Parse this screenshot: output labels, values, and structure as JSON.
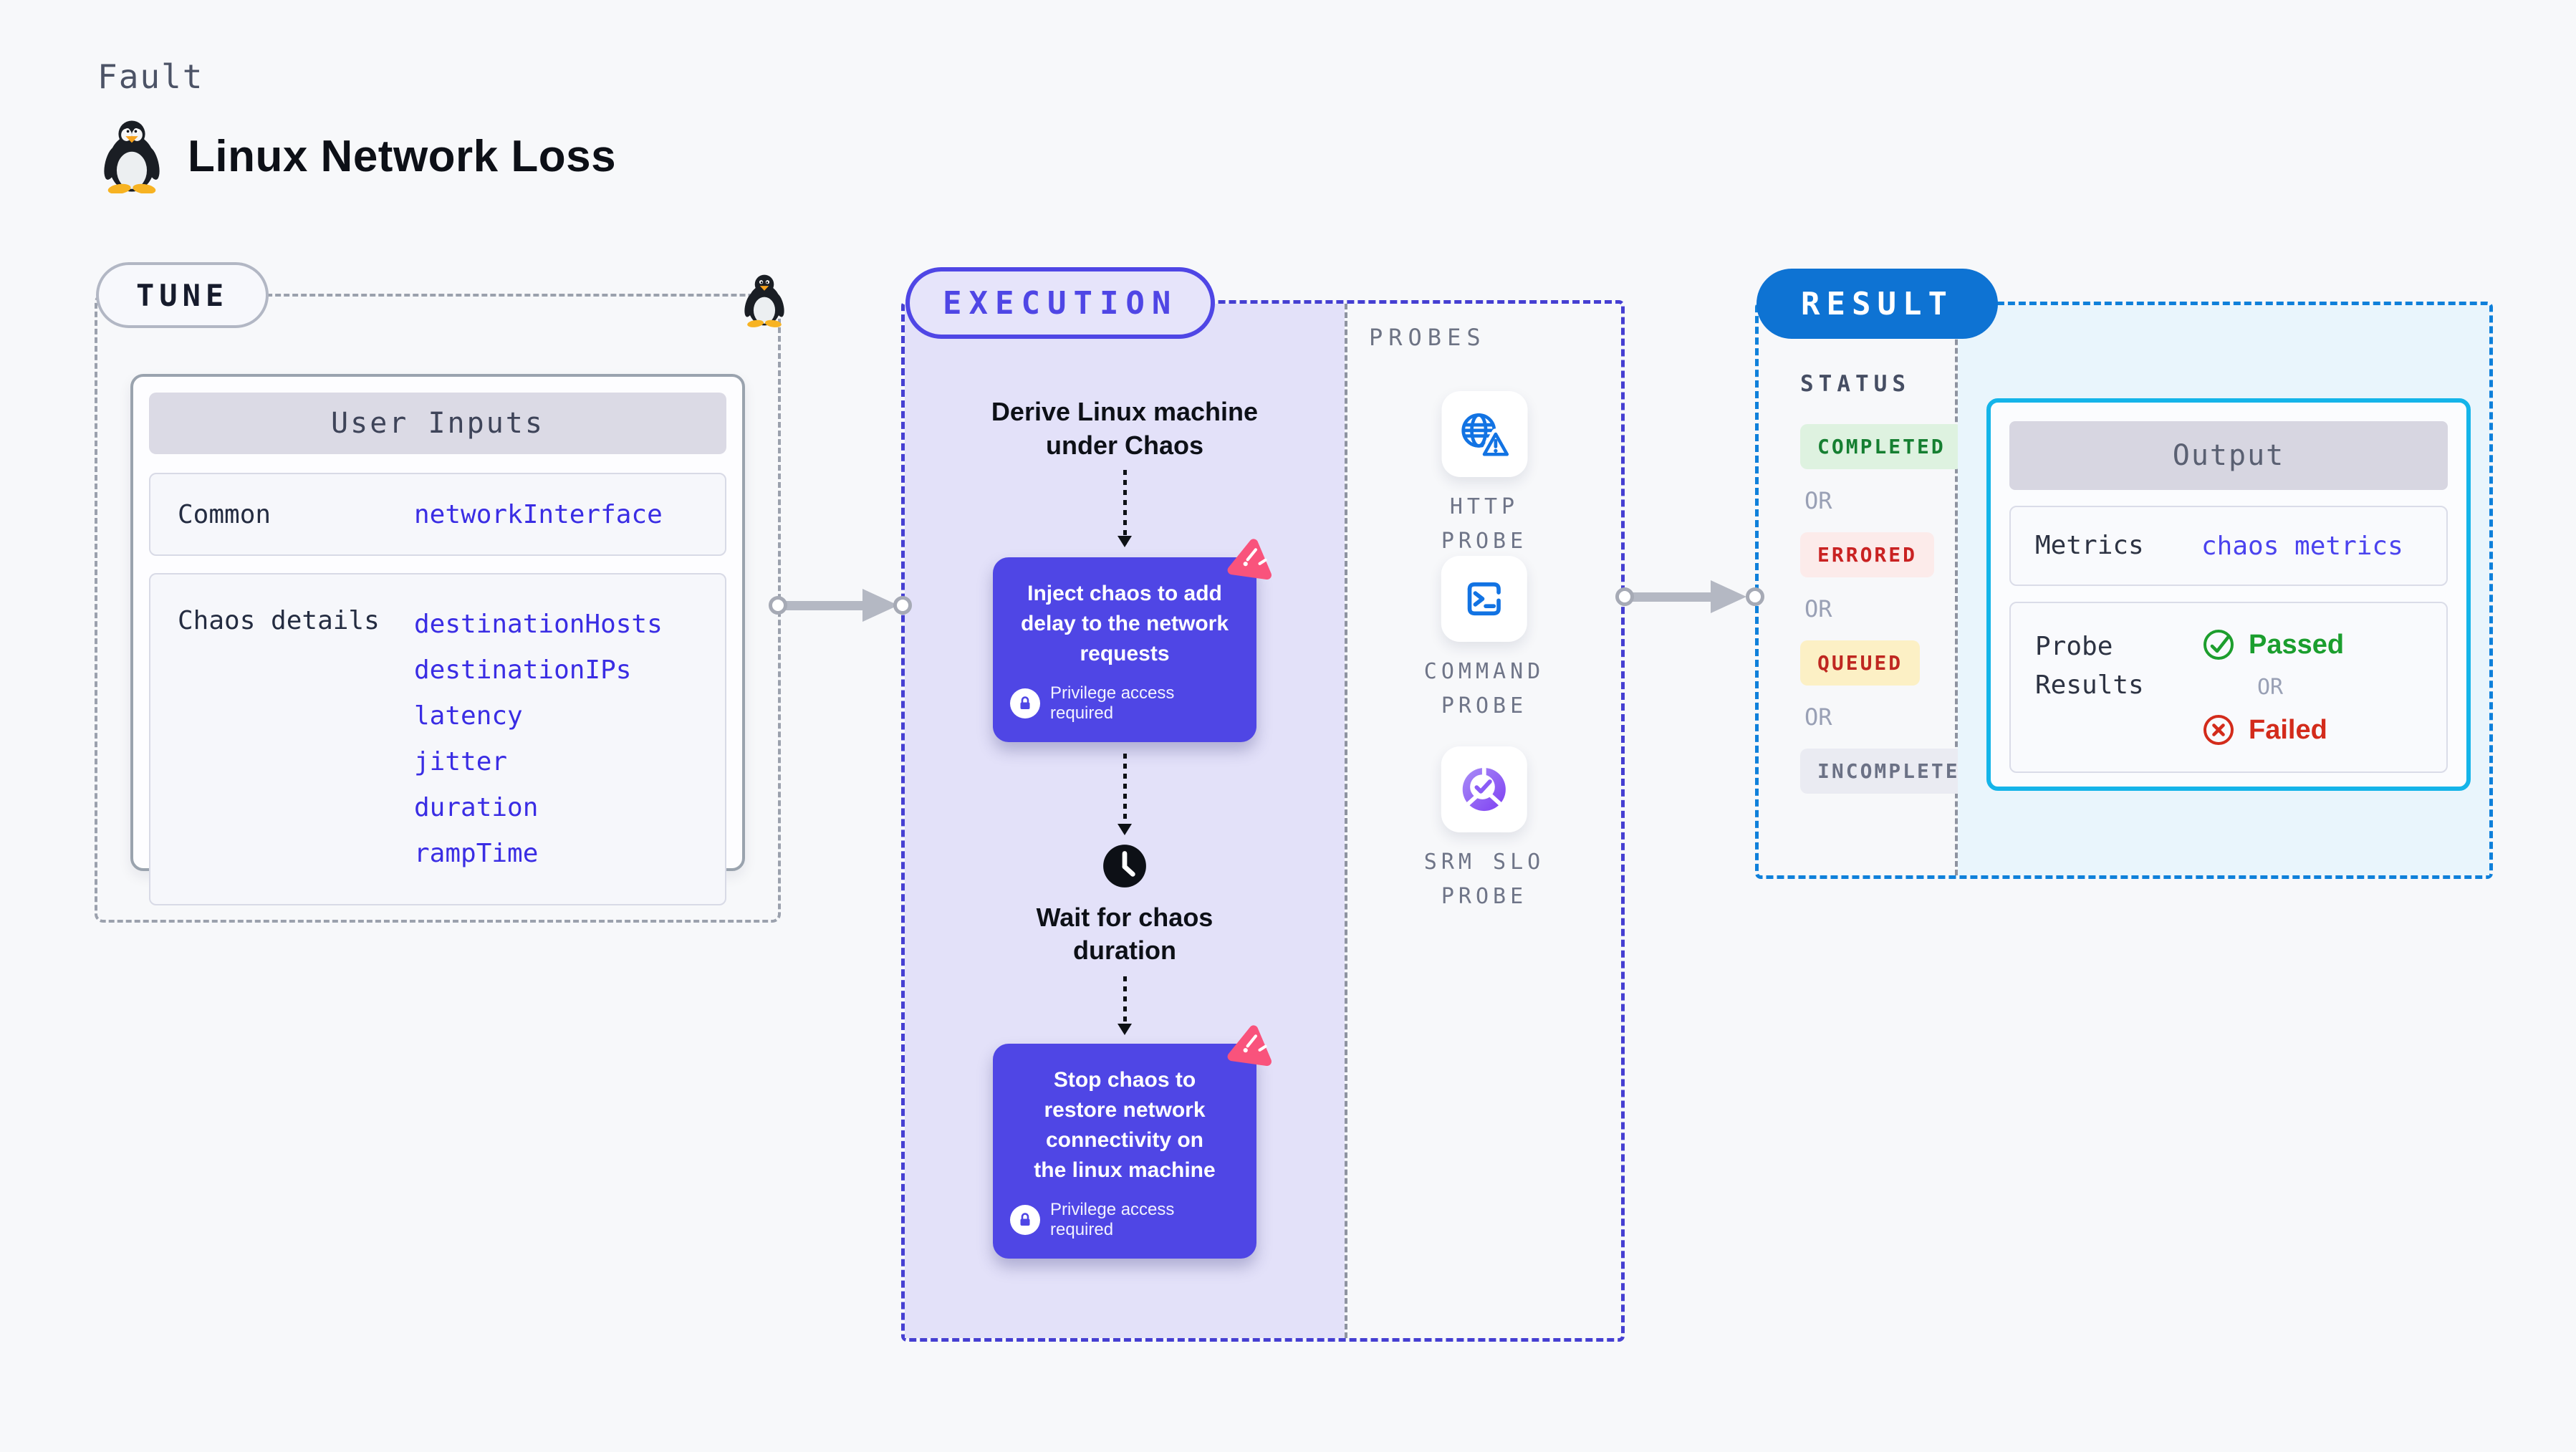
{
  "page": {
    "kicker": "Fault",
    "title": "Linux Network Loss",
    "background": "#f7f8fa"
  },
  "tune": {
    "label": "TUNE",
    "table_title": "User Inputs",
    "rows": [
      {
        "label": "Common",
        "values": [
          "networkInterface"
        ]
      },
      {
        "label": "Chaos details",
        "values": [
          "destinationHosts",
          "destinationIPs",
          "latency",
          "jitter",
          "duration",
          "rampTime"
        ]
      }
    ]
  },
  "execution": {
    "label": "EXECUTION",
    "steps": {
      "derive": "Derive Linux machine under Chaos",
      "inject": "Inject chaos to add delay to the network requests",
      "privilege": "Privilege access required",
      "wait": "Wait for chaos duration",
      "stop": "Stop chaos to restore network connectivity on the linux machine"
    }
  },
  "probes": {
    "label": "PROBES",
    "items": [
      {
        "label": "HTTP PROBE",
        "icon": "globe-warning-icon"
      },
      {
        "label": "COMMAND\nPROBE",
        "icon": "terminal-icon"
      },
      {
        "label": "SRM SLO\nPROBE",
        "icon": "slo-pie-check-icon"
      }
    ]
  },
  "result": {
    "label": "RESULT",
    "status_title": "STATUS",
    "or_label": "OR",
    "statuses": [
      {
        "label": "COMPLETED",
        "fg": "#157f31",
        "bg": "#def2e0"
      },
      {
        "label": "ERRORED",
        "fg": "#c92222",
        "bg": "#fcebea"
      },
      {
        "label": "QUEUED",
        "fg": "#bf2720",
        "bg": "#fcf0c5"
      },
      {
        "label": "INCOMPLETED",
        "fg": "#6b7185",
        "bg": "#eaebf2"
      }
    ],
    "output": {
      "title": "Output",
      "metrics_label": "Metrics",
      "metrics_value": "chaos metrics",
      "probe_results_label": "Probe Results",
      "passed": "Passed",
      "or_label": "OR",
      "failed": "Failed"
    }
  },
  "icons": {
    "penguin": "tux-penguin-icon",
    "lock": "lock-icon",
    "clock": "clock-icon",
    "chaos_logo": "chaos-triangle-logo",
    "passed": "check-circle-icon",
    "failed": "x-circle-icon"
  },
  "colors": {
    "accent_indigo": "#4f46e5",
    "exec_fill": "#e3e1f9",
    "exec_border": "#453fd2",
    "result_blue": "#0e73d3",
    "result_border": "#0f80da",
    "output_border": "#14b4e9",
    "output_fill": "#e9f5fc",
    "value_indigo": "#3a2de4",
    "passed_green": "#1b9e2e",
    "failed_red": "#d32b1b",
    "arrow_grey": "#b4b8c3",
    "probe_icon_blue": "#1273e3",
    "chaos_logo_pink": "#f9537c"
  }
}
